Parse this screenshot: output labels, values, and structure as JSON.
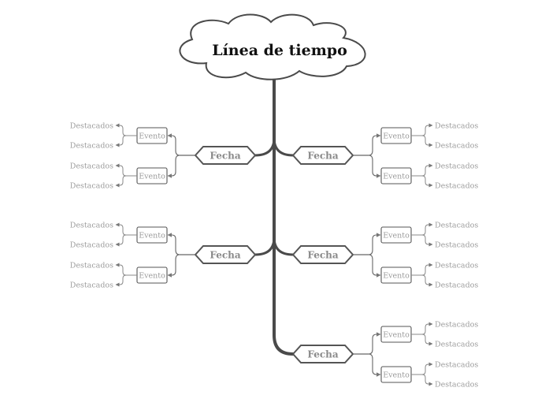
{
  "title": "Línea de tiempo",
  "colors": {
    "spine": "#4a4a4a",
    "connector": "#666666",
    "thin": "#888888",
    "box_border": "#555555",
    "fecha_text": "#8a8a8a",
    "muted_text": "#9a9a9a"
  },
  "nodes": [
    {
      "side": "left",
      "fecha": "Fecha",
      "eventos": [
        {
          "label": "Evento",
          "destacados": [
            "Destacados",
            "Destacados"
          ]
        },
        {
          "label": "Evento",
          "destacados": [
            "Destacados",
            "Destacados"
          ]
        }
      ]
    },
    {
      "side": "right",
      "fecha": "Fecha",
      "eventos": [
        {
          "label": "Evento",
          "destacados": [
            "Destacados",
            "Destacados"
          ]
        },
        {
          "label": "Evento",
          "destacados": [
            "Destacados",
            "Destacados"
          ]
        }
      ]
    },
    {
      "side": "left",
      "fecha": "Fecha",
      "eventos": [
        {
          "label": "Evento",
          "destacados": [
            "Destacados",
            "Destacados"
          ]
        },
        {
          "label": "Evento",
          "destacados": [
            "Destacados",
            "Destacados"
          ]
        }
      ]
    },
    {
      "side": "right",
      "fecha": "Fecha",
      "eventos": [
        {
          "label": "Evento",
          "destacados": [
            "Destacados",
            "Destacados"
          ]
        },
        {
          "label": "Evento",
          "destacados": [
            "Destacados",
            "Destacados"
          ]
        }
      ]
    },
    {
      "side": "right",
      "fecha": "Fecha",
      "eventos": [
        {
          "label": "Evento",
          "destacados": [
            "Destacados",
            "Destacados"
          ]
        },
        {
          "label": "Evento",
          "destacados": [
            "Destacados",
            "Destacados"
          ]
        }
      ]
    }
  ]
}
